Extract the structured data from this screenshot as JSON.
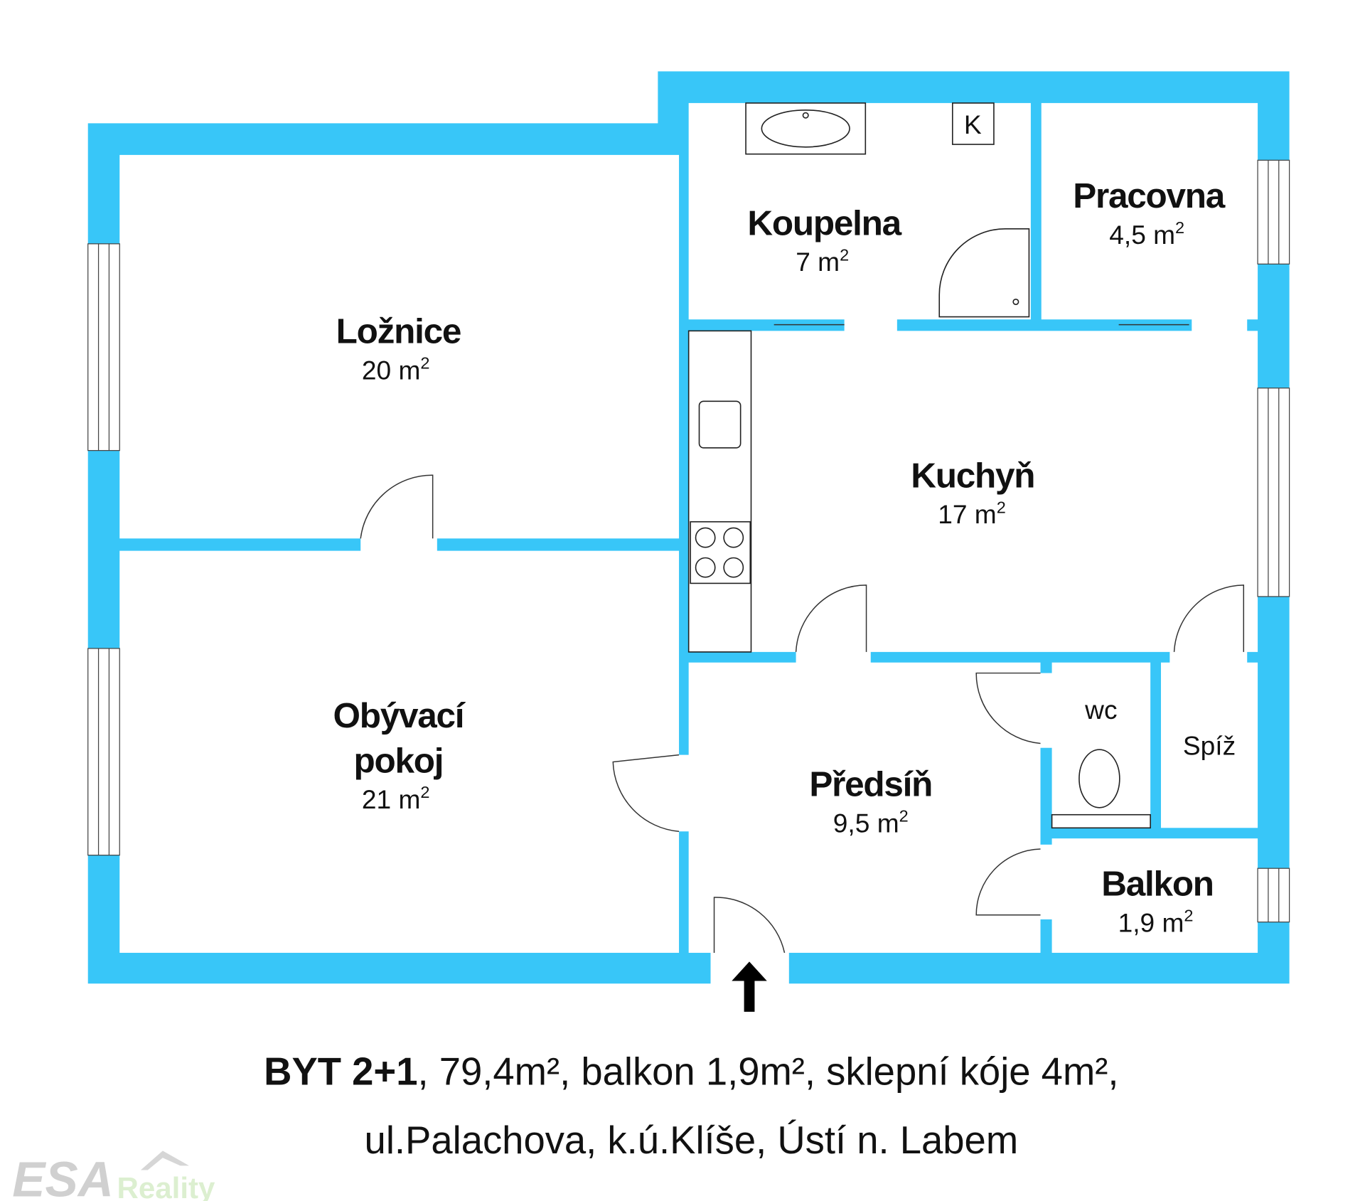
{
  "colors": {
    "wall": "#38C6F8",
    "logo_esa": "#d0d0d0",
    "logo_reality": "#dcefd0"
  },
  "rooms": {
    "loznice": {
      "name": "Ložnice",
      "area": "20 m",
      "sup": "2"
    },
    "obyvaci": {
      "name_line1": "Obývací",
      "name_line2": "pokoj",
      "area": "21 m",
      "sup": "2"
    },
    "koupelna": {
      "name": "Koupelna",
      "area": "7 m",
      "sup": "2"
    },
    "pracovna": {
      "name": "Pracovna",
      "area": "4,5 m",
      "sup": "2"
    },
    "kuchyn": {
      "name": "Kuchyň",
      "area": "17 m",
      "sup": "2"
    },
    "predsin": {
      "name": "Předsíň",
      "area": "9,5 m",
      "sup": "2"
    },
    "wc": {
      "name": "wc"
    },
    "spiz": {
      "name": "Spíž"
    },
    "balkon": {
      "name": "Balkon",
      "area": "1,9 m",
      "sup": "2"
    }
  },
  "fixtures": {
    "boiler_label": "K"
  },
  "caption": {
    "bold": "BYT 2+1",
    "rest": ", 79,4m², balkon 1,9m², sklepní kóje 4m²,",
    "line2": "ul.Palachova, k.ú.Klíše, Ústí n. Labem"
  },
  "logo": {
    "esa": "ESA",
    "reality": "Reality"
  }
}
